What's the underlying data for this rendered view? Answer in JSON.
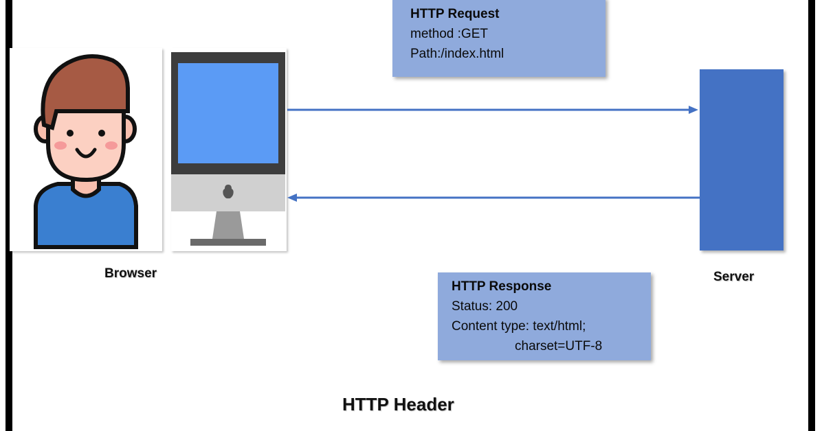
{
  "diagram": {
    "browser_label": "Browser",
    "server_label": "Server",
    "footer_title": "HTTP Header",
    "request": {
      "title": "HTTP Request",
      "lines": [
        "method :GET",
        "Path:/index.html"
      ]
    },
    "response": {
      "title": "HTTP Response",
      "lines": [
        "Status: 200",
        "Content type: text/html;",
        "charset=UTF-8"
      ]
    },
    "colors": {
      "arrow": "#4472c4",
      "server": "#4472c4",
      "message_box": "#8faadc",
      "screen": "#5b9bf5"
    }
  }
}
